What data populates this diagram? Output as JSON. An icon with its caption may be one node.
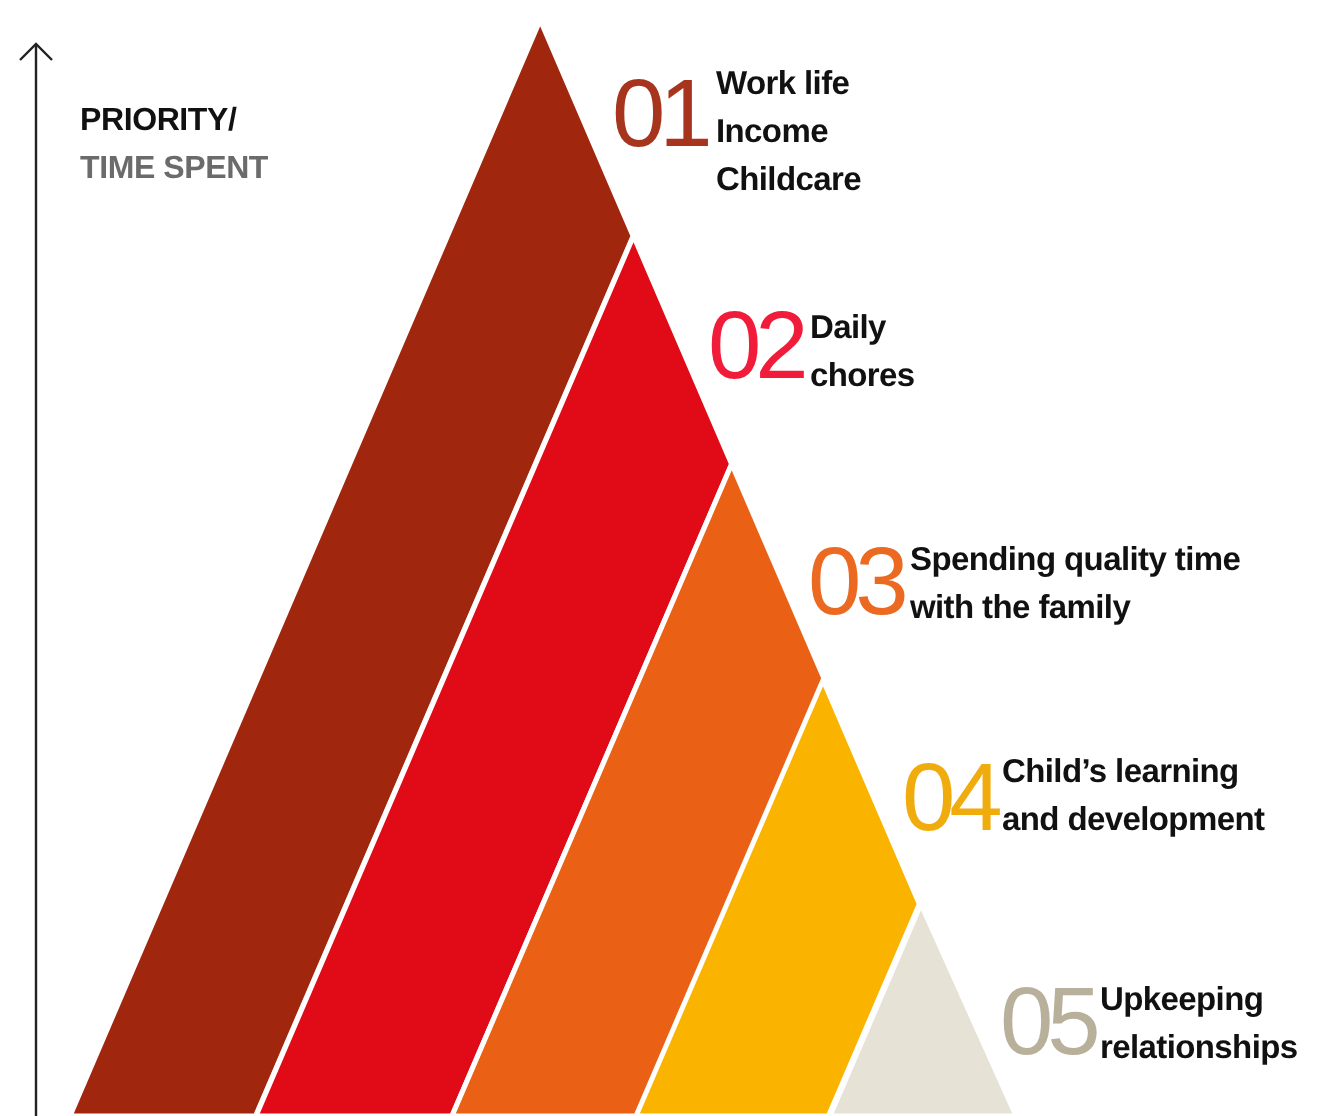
{
  "diagram": {
    "nodes": [
      {
        "text": [
          "01",
          "Work life",
          "Income",
          "Childcare"
        ]
      },
      {
        "text": [
          "02",
          "Daily chores"
        ]
      },
      {
        "text": [
          "03",
          "Spending quality time with the family"
        ]
      },
      {
        "text": [
          "04",
          "Child’s learning and development"
        ]
      },
      {
        "text": [
          "05",
          "Upkeeping relationships"
        ]
      }
    ],
    "labels": [
      "PRIORITY/",
      "TIME SPENT"
    ]
  }
}
